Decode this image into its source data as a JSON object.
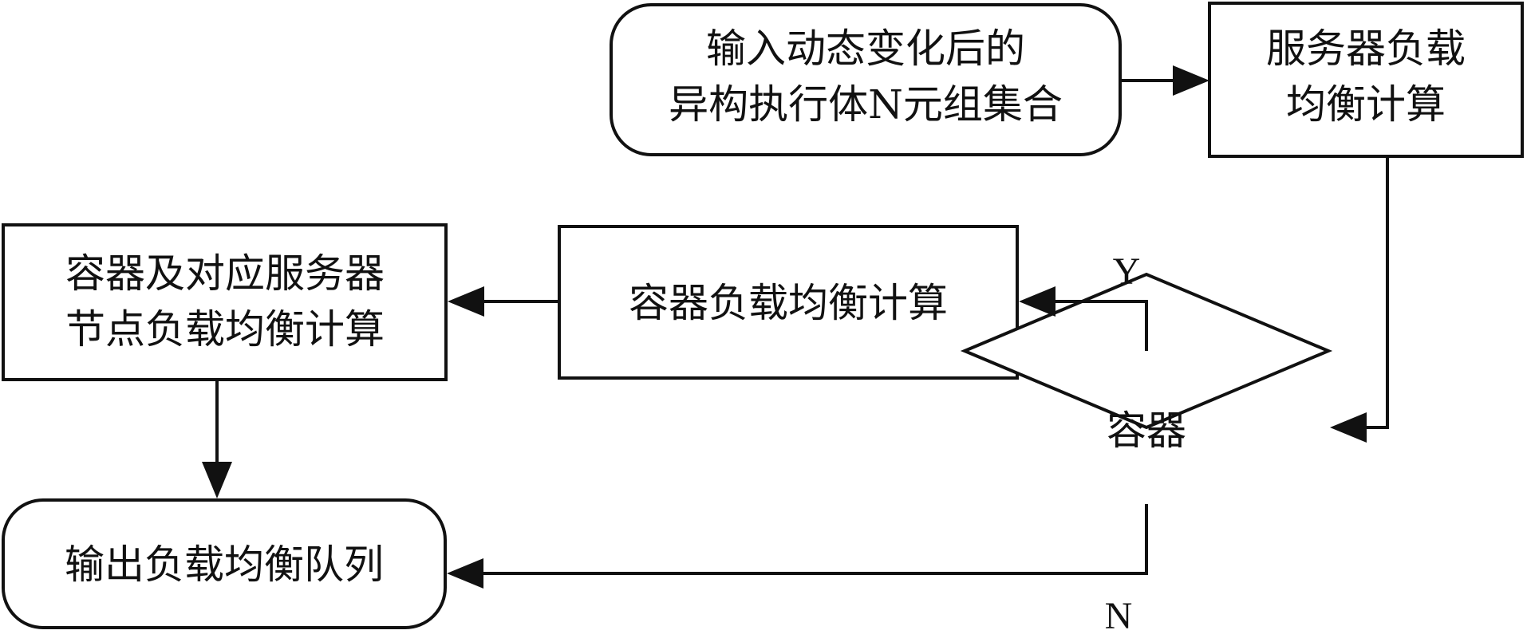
{
  "nodes": {
    "input_set": {
      "line1": "输入动态变化后的",
      "line2": "异构执行体N元组集合"
    },
    "server_calc": {
      "line1": "服务器负载",
      "line2": "均衡计算"
    },
    "container_decision": {
      "label": "容器"
    },
    "container_calc": {
      "label": "容器负载均衡计算"
    },
    "container_server_calc": {
      "line1": "容器及对应服务器",
      "line2": "节点负载均衡计算"
    },
    "output_queue": {
      "label": "输出负载均衡队列"
    }
  },
  "edge_labels": {
    "yes": "Y",
    "no": "N"
  },
  "colors": {
    "stroke": "#111111",
    "background": "#ffffff"
  }
}
